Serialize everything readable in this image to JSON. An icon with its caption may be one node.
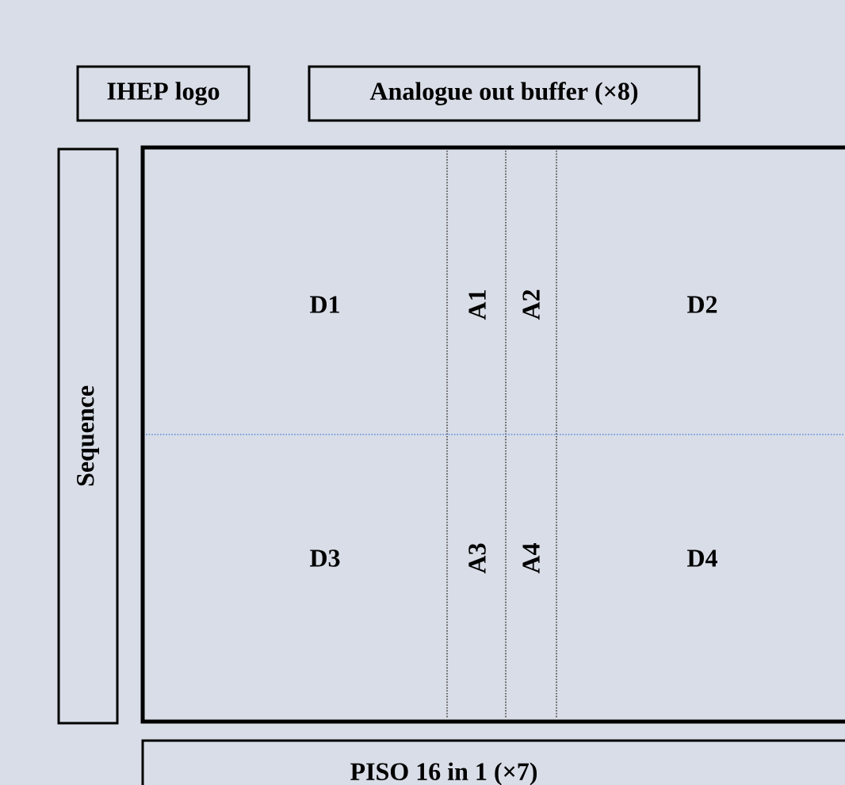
{
  "diagram": {
    "nodes": [
      {
        "text": [
          "IHEP logo"
        ]
      },
      {
        "text": [
          "Analogue out buffer (×8)"
        ]
      },
      {
        "text": [
          "Sequence"
        ]
      },
      {
        "text": [],
        "shape": "box"
      },
      {
        "text": [
          "PISO 16 in 1 (×7)"
        ]
      }
    ],
    "labels": [
      "D1",
      "A1",
      "A2",
      "D2",
      "D3",
      "A3",
      "A4",
      "D4"
    ]
  }
}
